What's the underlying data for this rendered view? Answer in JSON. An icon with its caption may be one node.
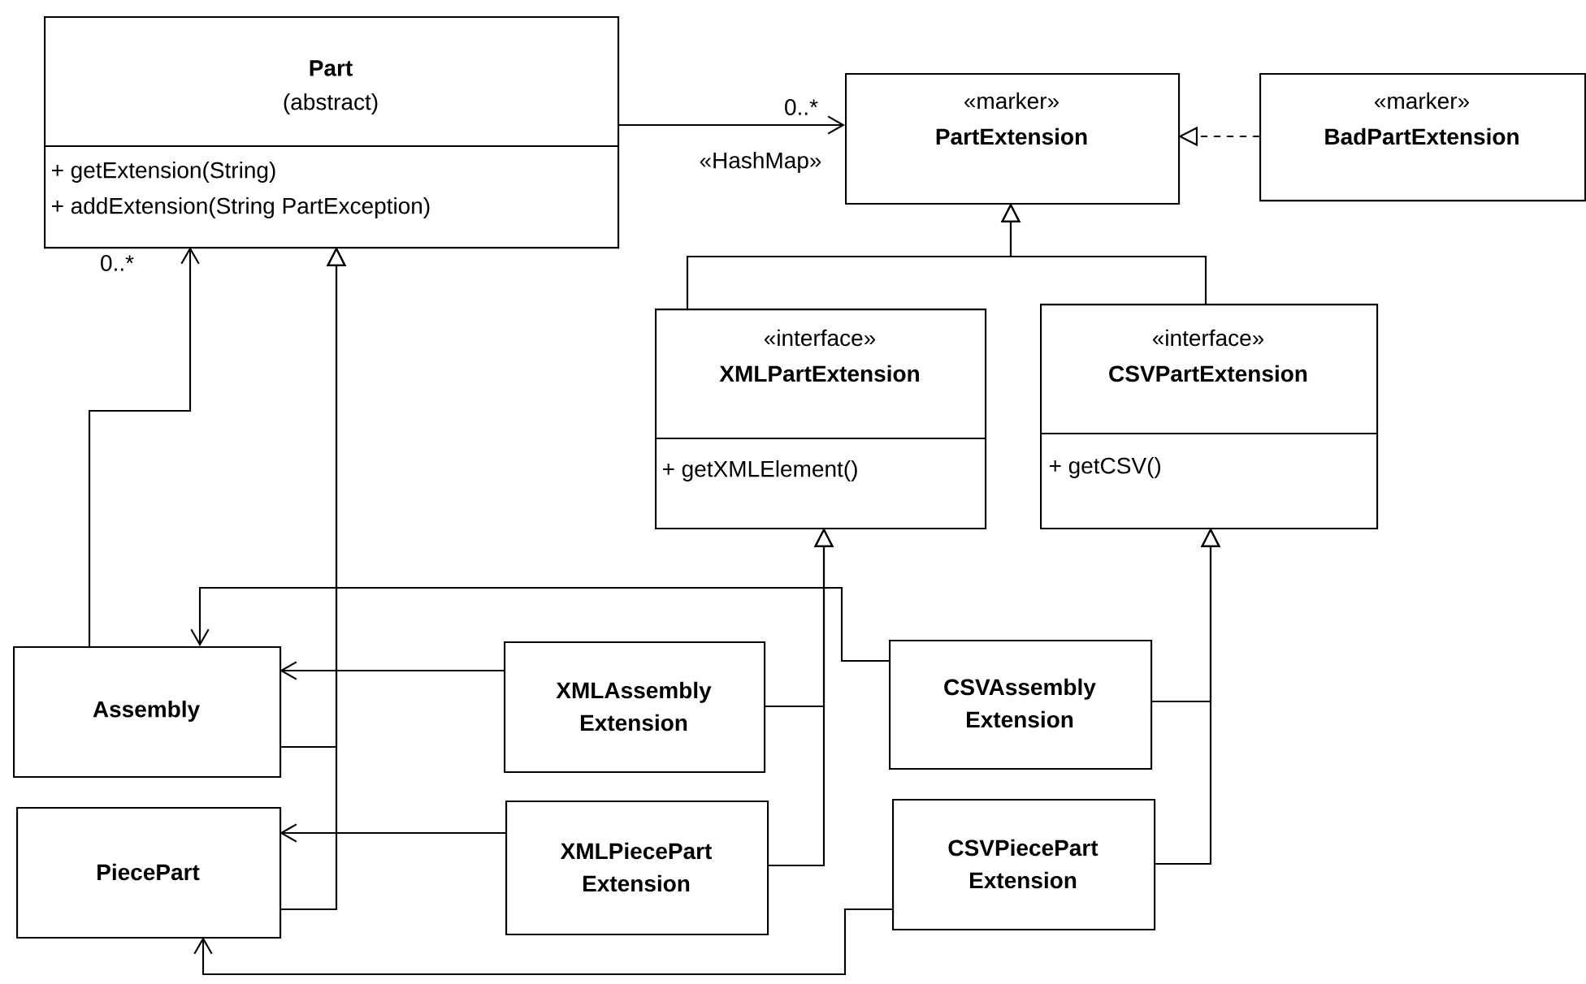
{
  "diagram": {
    "nodes": [
      {
        "text": [
          "Part",
          "(abstract)",
          "+ getExtension(String)",
          "+ addExtension(String PartException)"
        ],
        "beside": [
          "0..*"
        ]
      },
      {
        "text": [
          "«marker»",
          "PartExtension"
        ],
        "beside": [
          "0..*"
        ]
      },
      {
        "text": [
          "«marker»",
          "BadPartExtension"
        ]
      },
      {
        "text": [
          "«interface»",
          "XMLPartExtension",
          "+ getXMLElement()"
        ]
      },
      {
        "text": [
          "«interface»",
          "CSVPartExtension",
          "+ getCSV()"
        ]
      },
      {
        "text": [
          "Assembly"
        ]
      },
      {
        "text": [
          "XMLAssembly Extension"
        ]
      },
      {
        "text": [
          "CSVAssembly Extension"
        ]
      },
      {
        "text": [
          "PiecePart"
        ]
      },
      {
        "text": [
          "XMLPiecePart Extension"
        ]
      },
      {
        "text": [
          "CSVPiecePart Extension"
        ]
      }
    ],
    "edges": [
      {
        "from": 0,
        "to": 1,
        "arrow": "to",
        "label": "«HashMap»"
      },
      {
        "from": 2,
        "to": 1,
        "arrow": "to",
        "style": "dashed"
      },
      {
        "from": 3,
        "to": 1,
        "arrow": "to"
      },
      {
        "from": 4,
        "to": 1,
        "arrow": "to"
      },
      {
        "from": 5,
        "to": 0,
        "arrow": "to"
      },
      {
        "from": 5,
        "to": 0,
        "arrow": "to"
      },
      {
        "from": 8,
        "to": 0,
        "arrow": "to"
      },
      {
        "from": 6,
        "to": 5,
        "arrow": "to"
      },
      {
        "from": 9,
        "to": 8,
        "arrow": "to"
      },
      {
        "from": 6,
        "to": 3,
        "arrow": "to"
      },
      {
        "from": 9,
        "to": 3,
        "arrow": "to"
      },
      {
        "from": 7,
        "to": 5,
        "arrow": "to"
      },
      {
        "from": 10,
        "to": 8,
        "arrow": "to"
      },
      {
        "from": 7,
        "to": 4,
        "arrow": "to"
      },
      {
        "from": 10,
        "to": 4,
        "arrow": "to"
      }
    ]
  }
}
